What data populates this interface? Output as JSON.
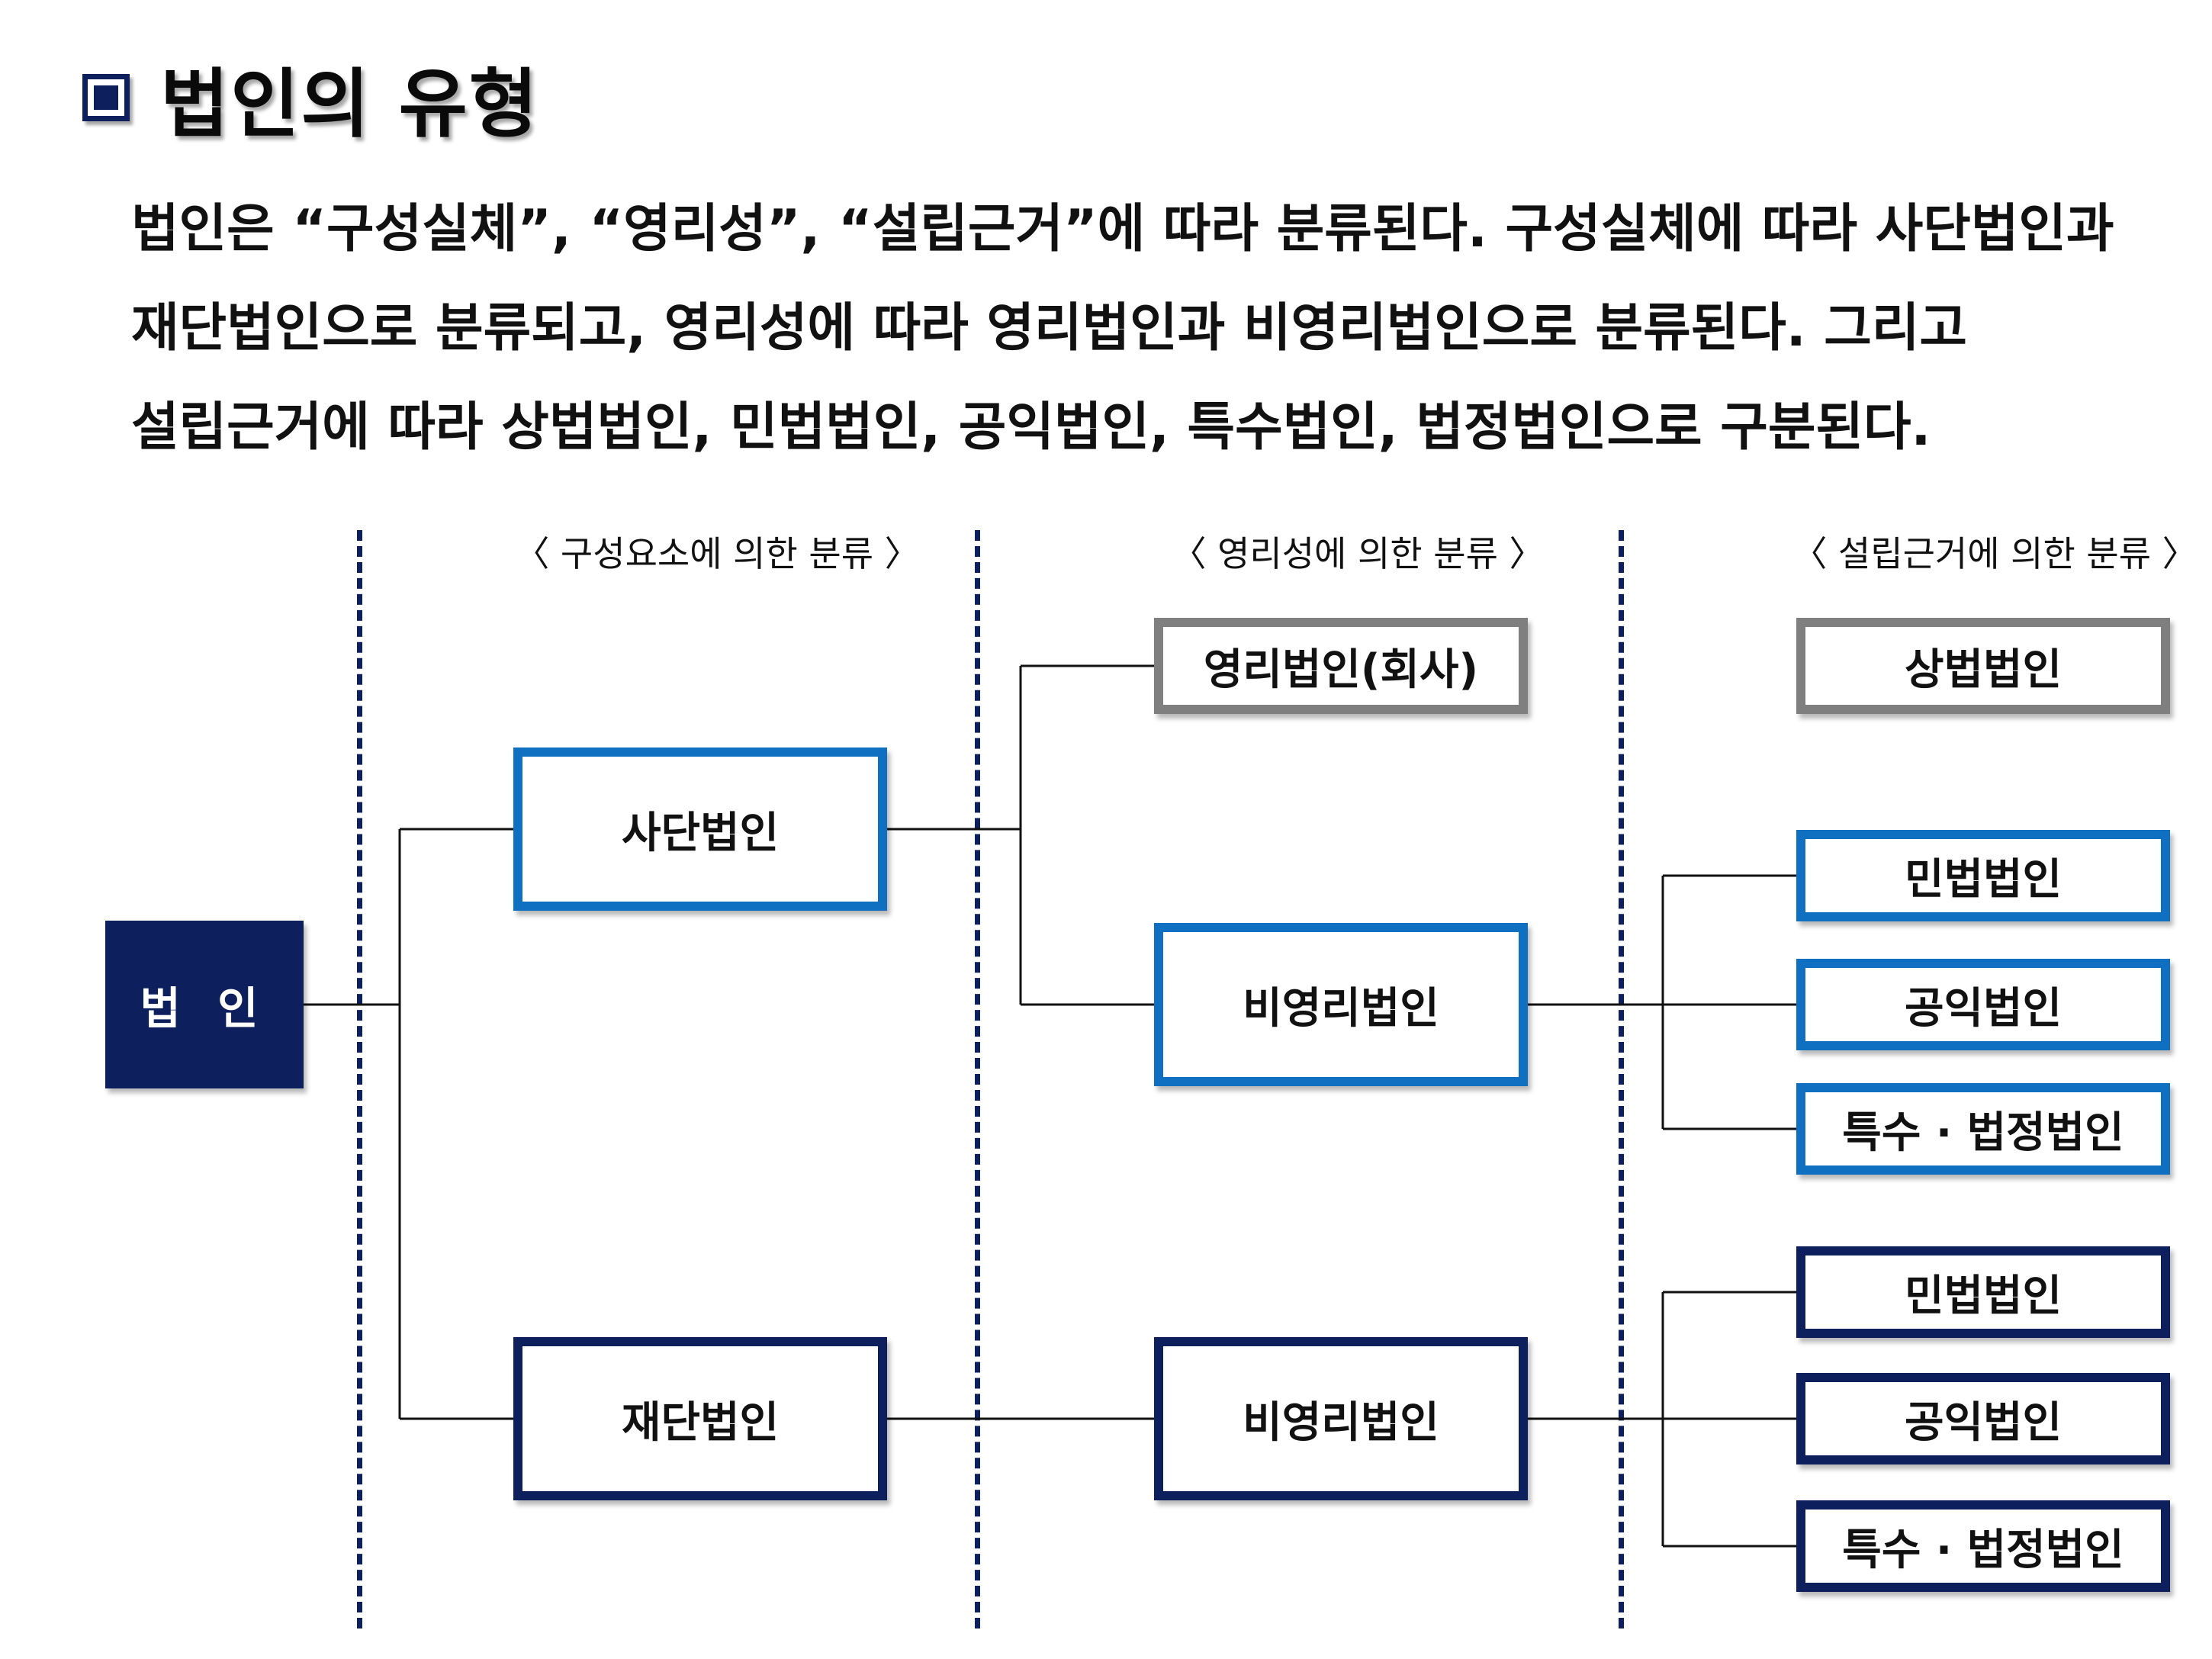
{
  "title": "법인의 유형",
  "description": [
    "법인은 “구성실체”, “영리성”, “설립근거”에 따라 분류된다. 구성실체에 따라 사단법인과",
    "재단법인으로 분류되고, 영리성에 따라 영리법인과 비영리법인으로 분류된다. 그리고",
    "설립근거에 따라 상법법인, 민법법인, 공익법인, 특수법인, 법정법인으로 구분된다."
  ],
  "columns": {
    "composition": "〈 구성요소에 의한 분류 〉",
    "profit": "〈 영리성에 의한 분류 〉",
    "basis": "〈 설립근거에 의한 분류 〉"
  },
  "nodes": {
    "root": "법 인",
    "association": "사단법인",
    "foundation": "재단법인",
    "profit_corp": "영리법인(회사)",
    "nonprofit_a": "비영리법인",
    "nonprofit_b": "비영리법인",
    "commercial": "상법법인",
    "civil_a": "민법법인",
    "public_a": "공익법인",
    "special_a": "특수 · 법정법인",
    "civil_b": "민법법인",
    "public_b": "공익법인",
    "special_b": "특수 · 법정법인"
  },
  "colors": {
    "navy": "#0d1f5c",
    "blue": "#0f6fc0",
    "gray": "#7f7f7f"
  }
}
